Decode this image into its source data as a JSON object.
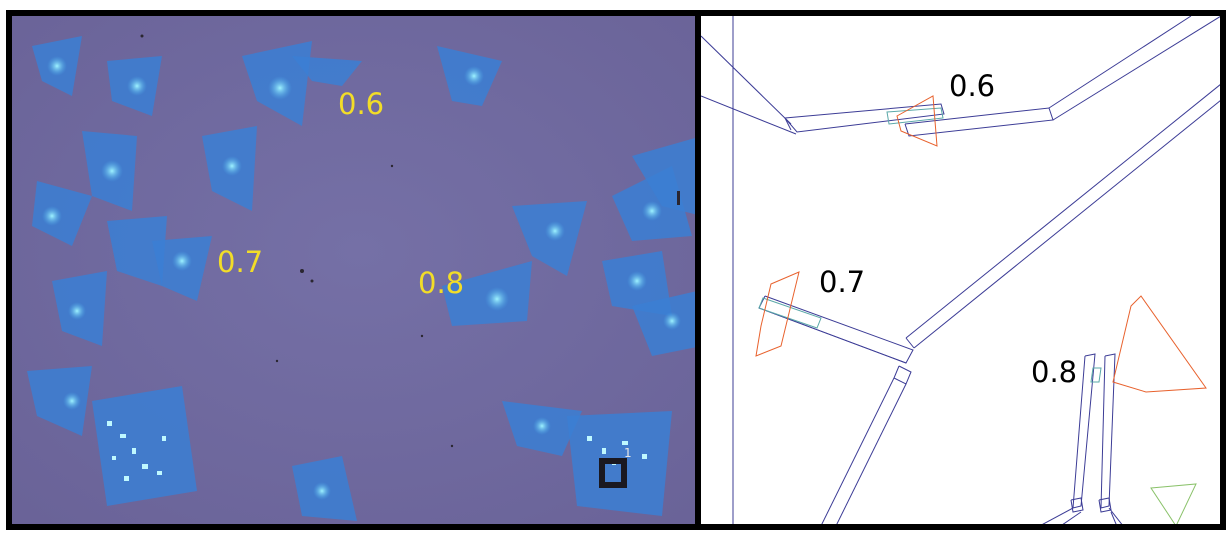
{
  "left_panel": {
    "labels": [
      "0.6",
      "0.7",
      "0.8"
    ],
    "label_color": "#f2dd28",
    "substrate_color": "#70689f",
    "flake_color": "#3b7fd4",
    "corner_digit": "1"
  },
  "right_panel": {
    "labels": [
      "0.6",
      "0.7",
      "0.8"
    ],
    "label_color": "#000000",
    "waveguide_color": "#3c3c96",
    "flake_outline_color": "#e8622e",
    "small_outline_color": "#8ac26a"
  }
}
